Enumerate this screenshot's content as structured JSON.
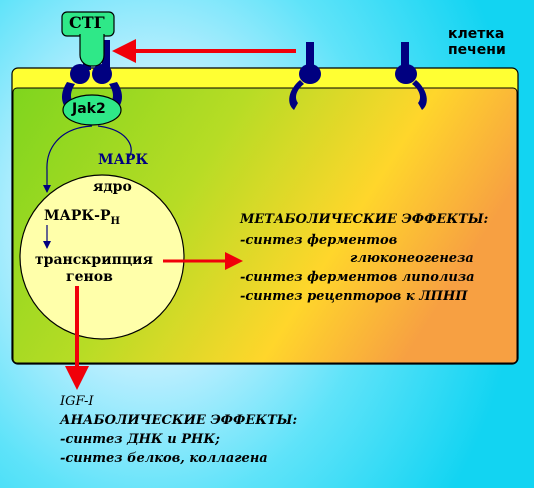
{
  "labels": {
    "hormone": "СТГ",
    "cell_line1": "клетка",
    "cell_line2": "печени",
    "jak2": "Jak2",
    "mapk": "МАРК",
    "nucleus": "ядро",
    "mapk_ph_base": "МАРК-Р",
    "mapk_ph_sub": "Н",
    "transcription_line1": "транскрипция",
    "transcription_line2": "генов"
  },
  "metabolic": {
    "title": "МЕТАБОЛИЧЕСКИЕ ЭФФЕКТЫ:",
    "item1_line1": "-синтез ферментов",
    "item1_line2": "глюконеогенеза",
    "item2": "-синтез ферментов липолиза",
    "item3": "-синтез рецепторов к ЛПНП"
  },
  "anabolic": {
    "igf": "IGF-I",
    "title": "АНАБОЛИЧЕСКИЕ ЭФФЕКТЫ:",
    "item1": "-синтез ДНК и РНК;",
    "item2": "-синтез белков, коллагена"
  },
  "colors": {
    "membrane": "#ffff33",
    "cytoplasm_left": "#7fd51e",
    "cytoplasm_right": "#ffd12a",
    "nucleus": "#ffffaa",
    "receptor": "#000080",
    "hormone_box": "#2fe888",
    "arrow": "#f0000a"
  }
}
